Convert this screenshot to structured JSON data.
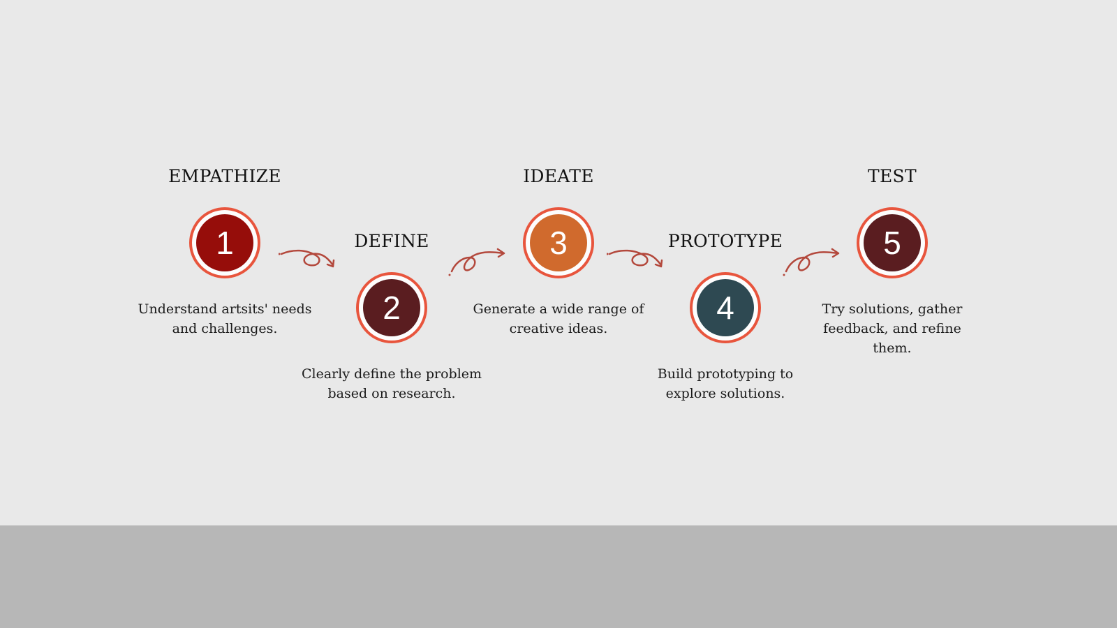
{
  "colors": {
    "background": "#e9e9e9",
    "bottom_band": "#b7b7b7",
    "ring": "#e8553d",
    "arrow": "#b3483c"
  },
  "steps": [
    {
      "title": "EMPATHIZE",
      "number": "1",
      "color": "#960d0a",
      "description": "Understand artsits' needs and challenges."
    },
    {
      "title": "DEFINE",
      "number": "2",
      "color": "#5a1d20",
      "description": "Clearly define the problem based on research."
    },
    {
      "title": "IDEATE",
      "number": "3",
      "color": "#d06a2d",
      "description": "Generate a wide range of creative ideas."
    },
    {
      "title": "PROTOTYPE",
      "number": "4",
      "color": "#2e4952",
      "description": "Build prototyping to explore solutions."
    },
    {
      "title": "TEST",
      "number": "5",
      "color": "#5a1d20",
      "description": "Try solutions, gather feedback, and refine them."
    }
  ],
  "arrows": [
    {
      "direction": "down",
      "icon": "curly-arrow-icon"
    },
    {
      "direction": "up",
      "icon": "curly-arrow-icon"
    },
    {
      "direction": "down",
      "icon": "curly-arrow-icon"
    },
    {
      "direction": "up",
      "icon": "curly-arrow-icon"
    }
  ]
}
